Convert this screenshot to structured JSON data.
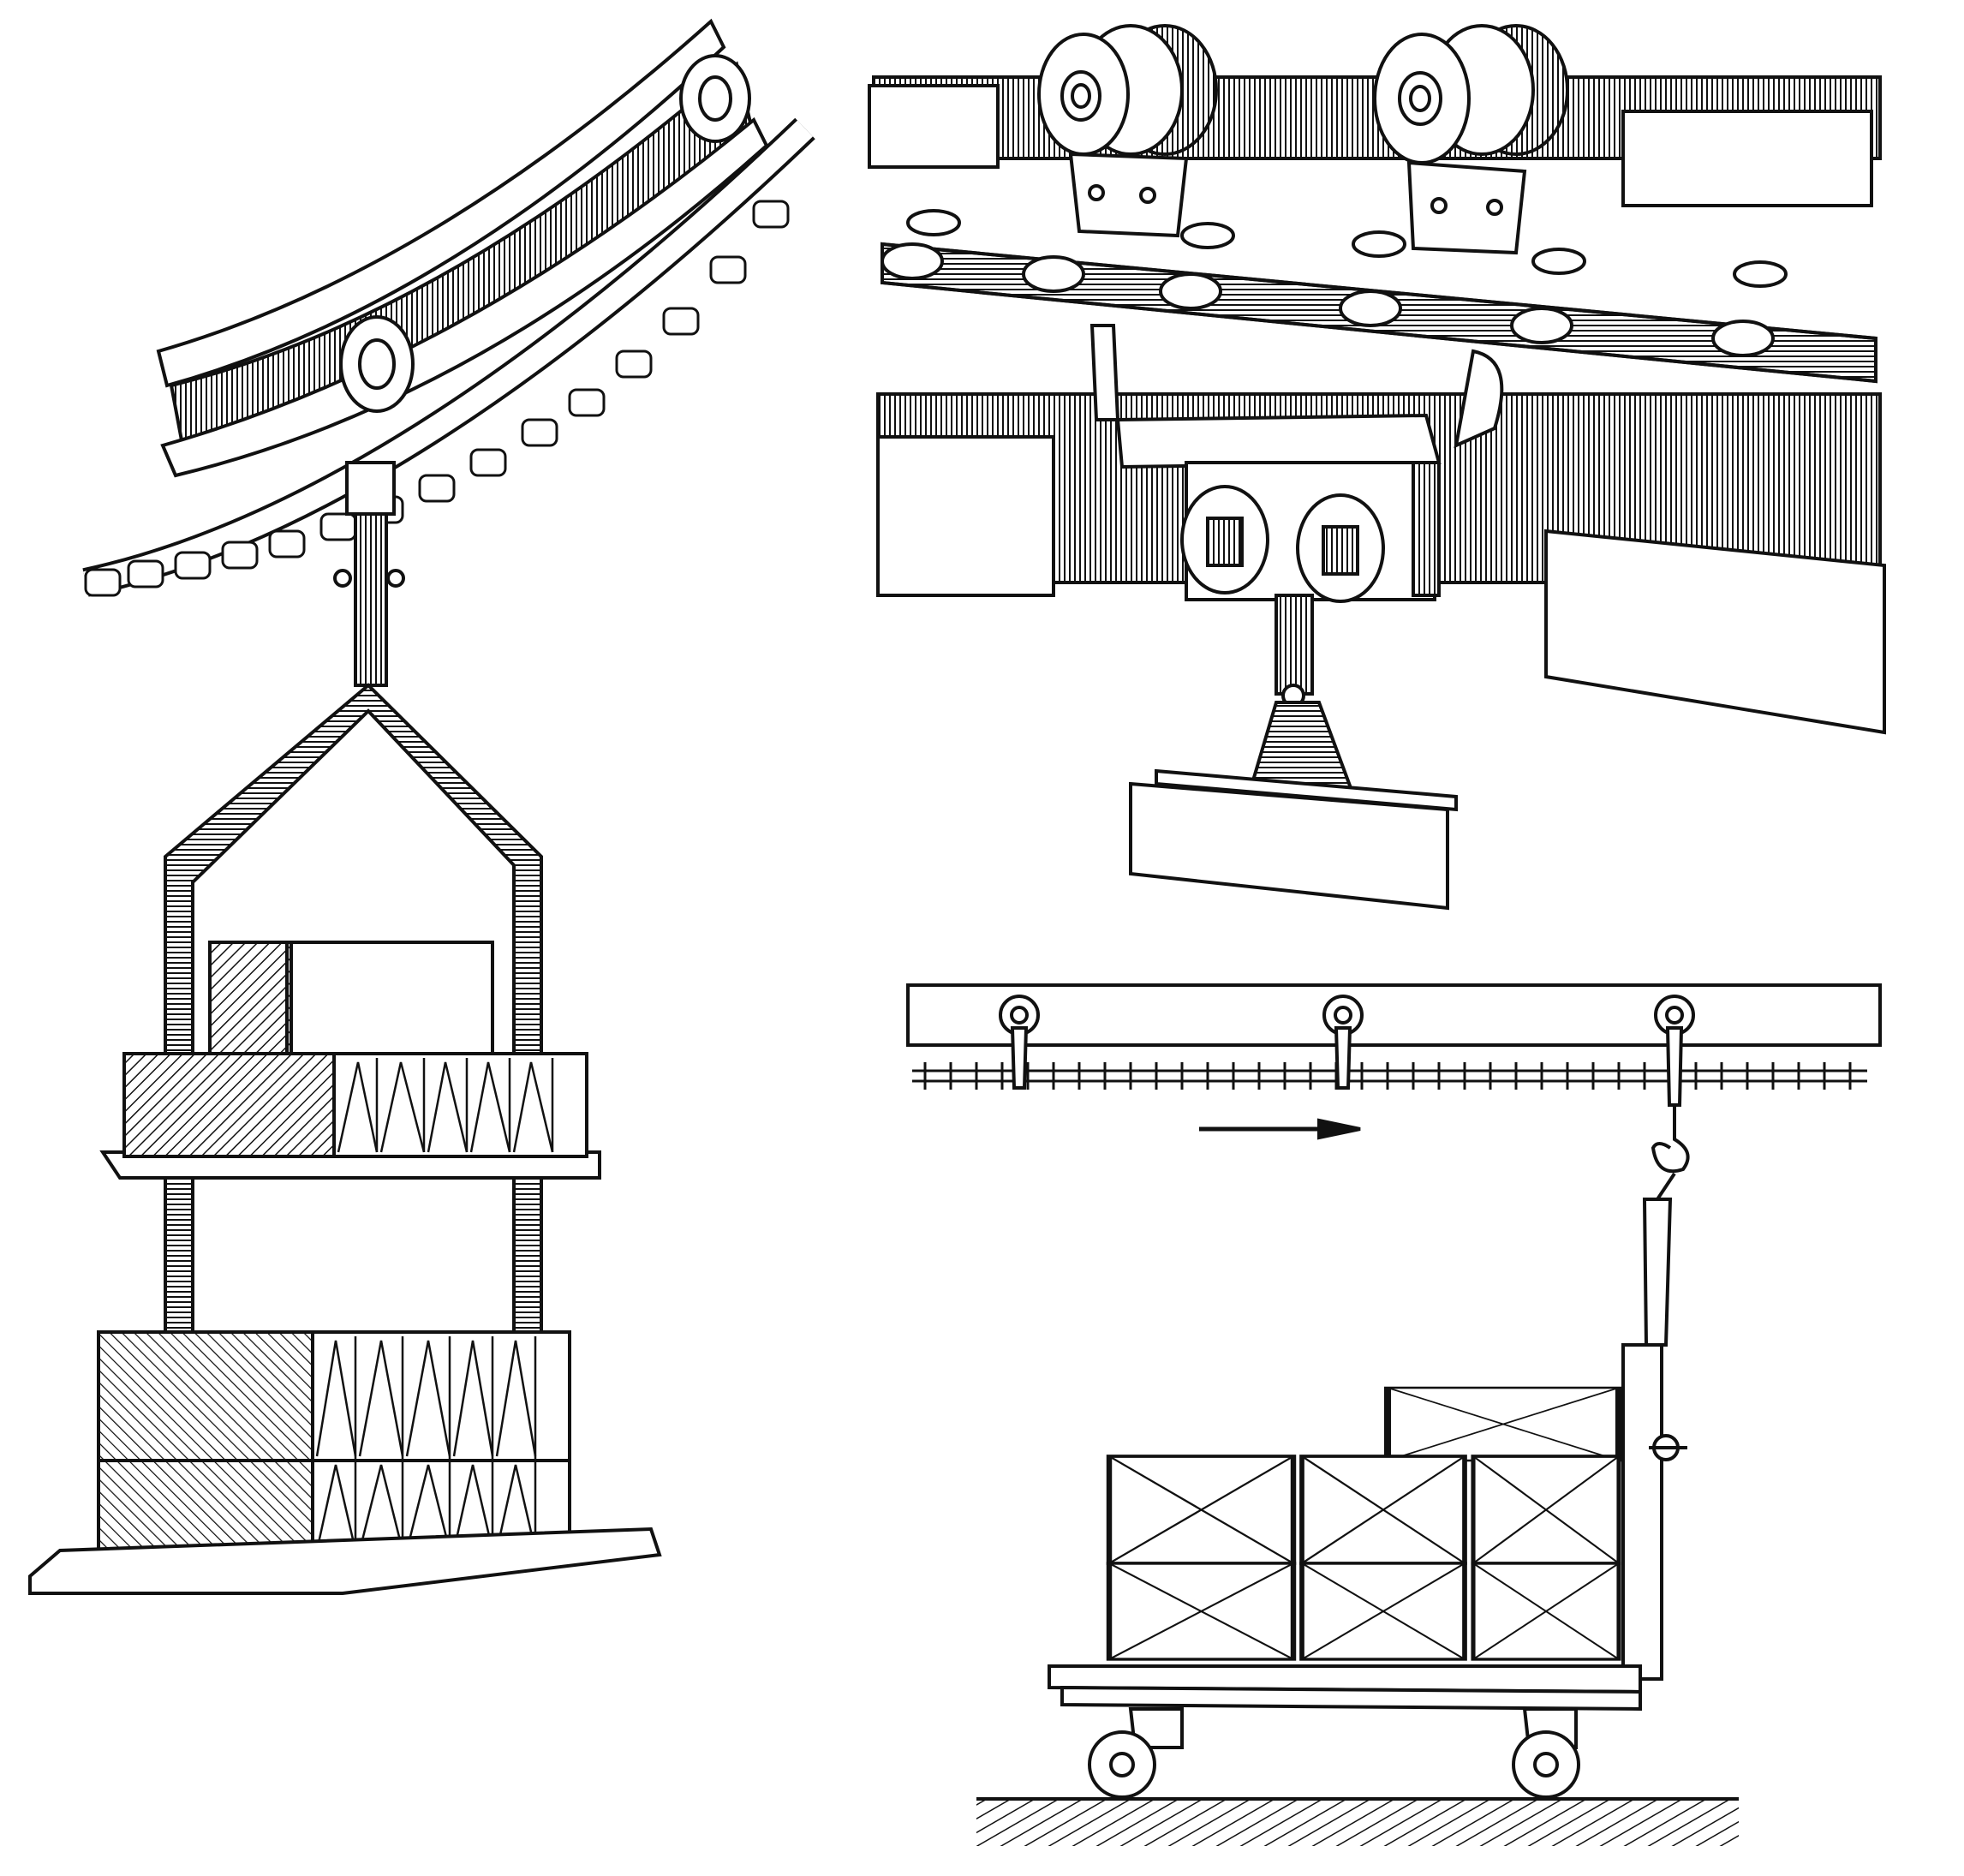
{
  "figure": {
    "panels": [
      {
        "id": "left",
        "subject": "curved-i-beam-with-chain-and-hanging-carrier"
      },
      {
        "id": "top-right",
        "subject": "trolley-chain-on-i-beam-with-carrier-bar"
      },
      {
        "id": "bottom-right",
        "subject": "overhead-chain-towing-platform-cart"
      }
    ],
    "colors": {
      "ink": "#111111",
      "paper": "#ffffff",
      "hatch": "#1a1a1a"
    },
    "icons": [
      "direction-arrow-icon",
      "hook-icon",
      "caster-wheel-icon"
    ]
  }
}
